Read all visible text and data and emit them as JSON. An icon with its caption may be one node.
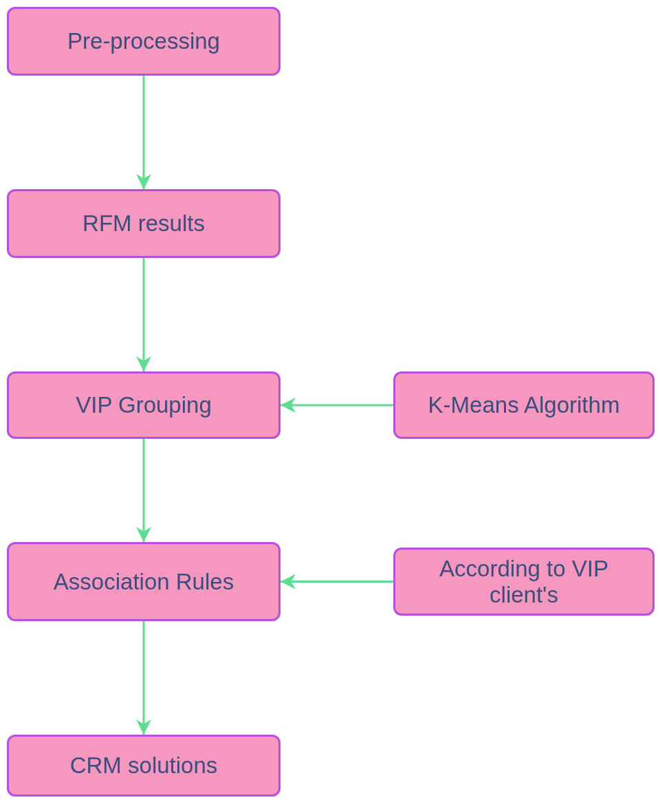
{
  "diagram": {
    "nodes": [
      {
        "text": [
          "Pre-processing"
        ]
      },
      {
        "text": [
          "RFM results"
        ]
      },
      {
        "text": [
          "VIP Grouping"
        ]
      },
      {
        "text": [
          "K-Means Algorithm"
        ]
      },
      {
        "text": [
          "Association Rules"
        ]
      },
      {
        "text": [
          "According to VIP client's"
        ]
      },
      {
        "text": [
          "CRM solutions"
        ]
      }
    ],
    "edges": [
      {
        "from": 0,
        "to": 1,
        "arrow": "to"
      },
      {
        "from": 1,
        "to": 2,
        "arrow": "to"
      },
      {
        "from": 3,
        "to": 2,
        "arrow": "to"
      },
      {
        "from": 2,
        "to": 4,
        "arrow": "to"
      },
      {
        "from": 5,
        "to": 4,
        "arrow": "to"
      },
      {
        "from": 4,
        "to": 6,
        "arrow": "to"
      }
    ]
  }
}
